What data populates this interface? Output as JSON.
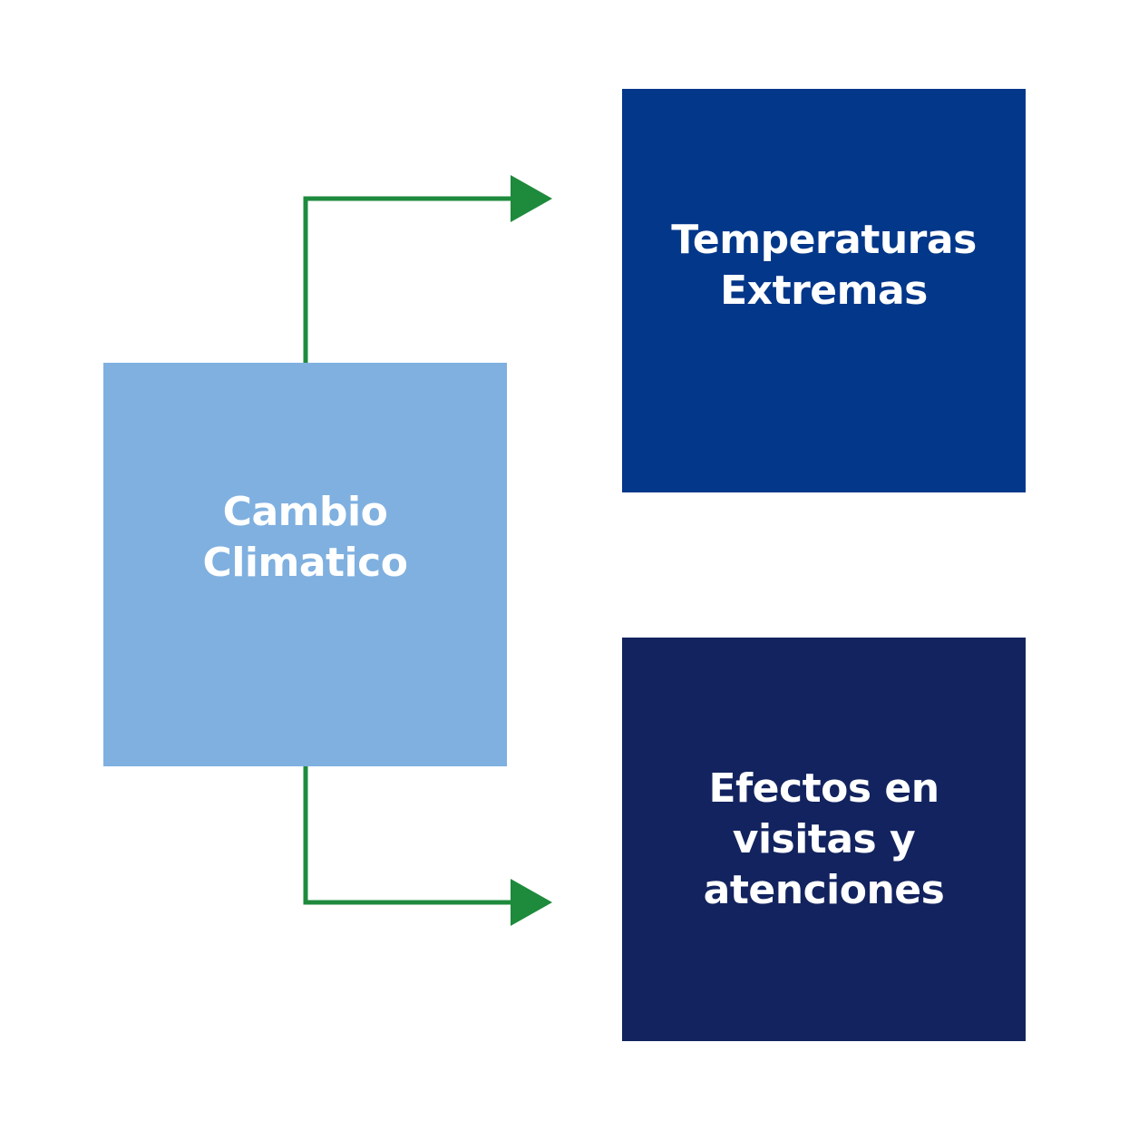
{
  "nodes": {
    "source": {
      "label": "Cambio\nClimatico",
      "color": "#7fb0e0"
    },
    "top_target": {
      "label": "Temperaturas\nExtremas",
      "color": "#02378a"
    },
    "bottom_target": {
      "label": "Efectos en\nvisitas y\natenciones",
      "color": "#12235f"
    }
  },
  "edges": [
    {
      "from": "Cambio Climatico",
      "to": "Temperaturas Extremas"
    },
    {
      "from": "Cambio Climatico",
      "to": "Efectos en visitas y atenciones"
    }
  ],
  "colors": {
    "arrow": "#1e8a3c",
    "background": "#ffffff"
  }
}
